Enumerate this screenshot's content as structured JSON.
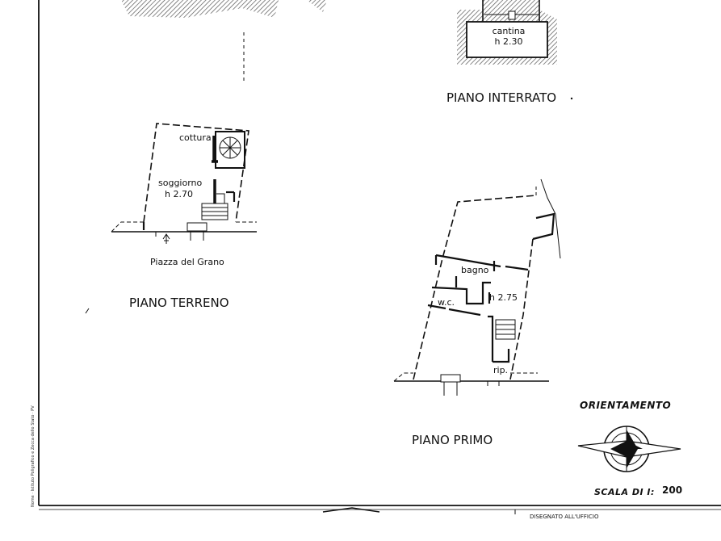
{
  "floors": {
    "interrato": {
      "title": "PIANO INTERRATO",
      "rooms": [
        {
          "name": "cantina",
          "height": "h 2.30"
        }
      ]
    },
    "terreno": {
      "title": "PIANO TERRENO",
      "street": "Piazza del Grano",
      "rooms": [
        {
          "name": "cottura",
          "height": ""
        },
        {
          "name": "soggiorno",
          "height": "h 2.70"
        }
      ]
    },
    "primo": {
      "title": "PIANO PRIMO",
      "rooms": [
        {
          "name": "bagno",
          "height": ""
        },
        {
          "name": "w.c.",
          "height": ""
        },
        {
          "name": "",
          "height": "h 2.75"
        },
        {
          "name": "rip.",
          "height": ""
        }
      ]
    }
  },
  "orientation": {
    "label": "ORIENTAMENTO"
  },
  "scale": {
    "label": "SCALA DI I:",
    "value": "200"
  },
  "side_note": "Nome · Istituto Poligrafico e Zecca dello Stato · PV",
  "footer_note": "DISEGNATO ALL'UFFICIO",
  "colors": {
    "ink": "#111111",
    "paper": "#ffffff",
    "hatch": "#555555"
  },
  "icons": [
    "compass-icon",
    "stair-icon",
    "spiral-stair-icon",
    "entrance-arrow-icon"
  ]
}
